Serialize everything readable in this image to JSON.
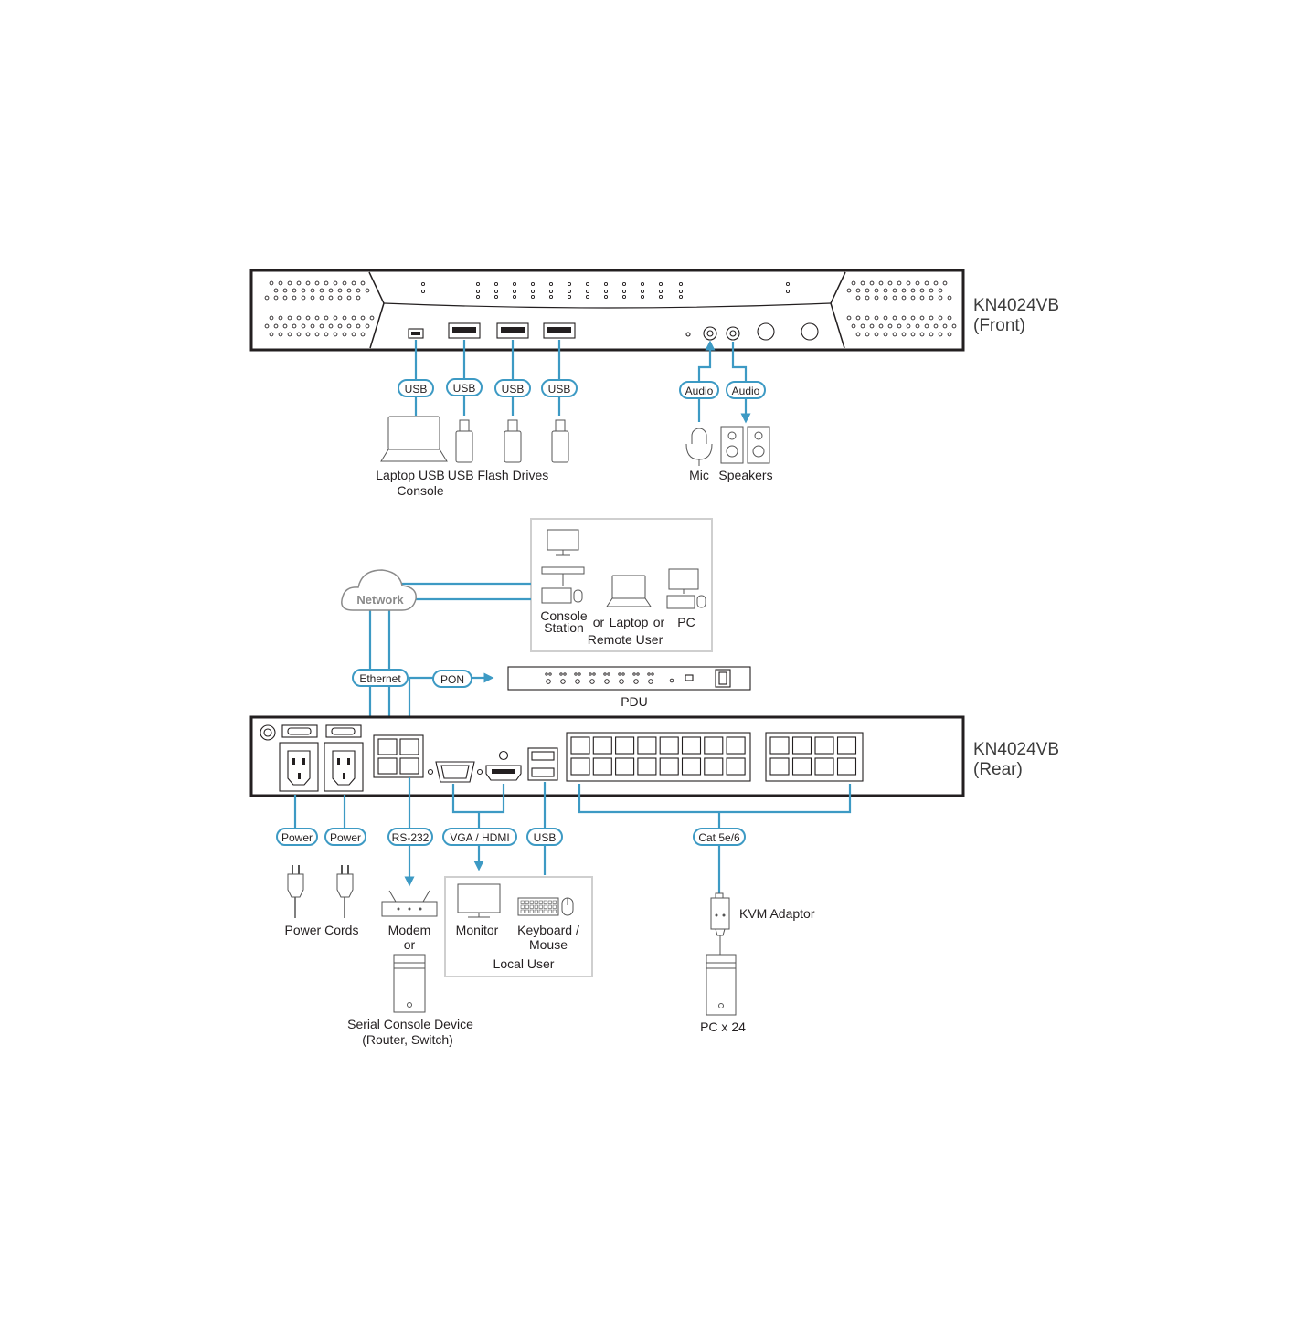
{
  "front": {
    "model": "KN4024VB",
    "view": "(Front)",
    "pills": {
      "usb_console": "USB",
      "usb_1": "USB",
      "usb_2": "USB",
      "usb_3": "USB",
      "audio_mic": "Audio",
      "audio_spk": "Audio"
    },
    "labels": {
      "laptop_1": "Laptop USB",
      "laptop_2": "Console",
      "flash": "USB Flash Drives",
      "mic": "Mic",
      "speakers": "Speakers"
    }
  },
  "network": {
    "cloud": "Network",
    "remote": {
      "console_1": "Console",
      "console_2": "Station",
      "or_1": "or",
      "laptop": "Laptop",
      "or_2": "or",
      "pc": "PC",
      "title": "Remote User"
    },
    "pills": {
      "ethernet": "Ethernet",
      "pon": "PON"
    },
    "pdu": "PDU"
  },
  "rear": {
    "model": "KN4024VB",
    "view": "(Rear)",
    "pills": {
      "power_1": "Power",
      "power_2": "Power",
      "rs232": "RS-232",
      "vga_hdmi": "VGA / HDMI",
      "usb": "USB",
      "cat": "Cat 5e/6"
    },
    "labels": {
      "power_cords": "Power Cords",
      "modem": "Modem",
      "or": "or",
      "serial_1": "Serial Console Device",
      "serial_2": "(Router, Switch)",
      "monitor": "Monitor",
      "kbm_1": "Keyboard /",
      "kbm_2": "Mouse",
      "local_user": "Local User",
      "kvm_adaptor": "KVM Adaptor",
      "pc_x24": "PC x 24"
    }
  },
  "colors": {
    "cable": "#3d9ac4",
    "device_outline": "#231f20",
    "panel_border": "#cfcfcf"
  }
}
